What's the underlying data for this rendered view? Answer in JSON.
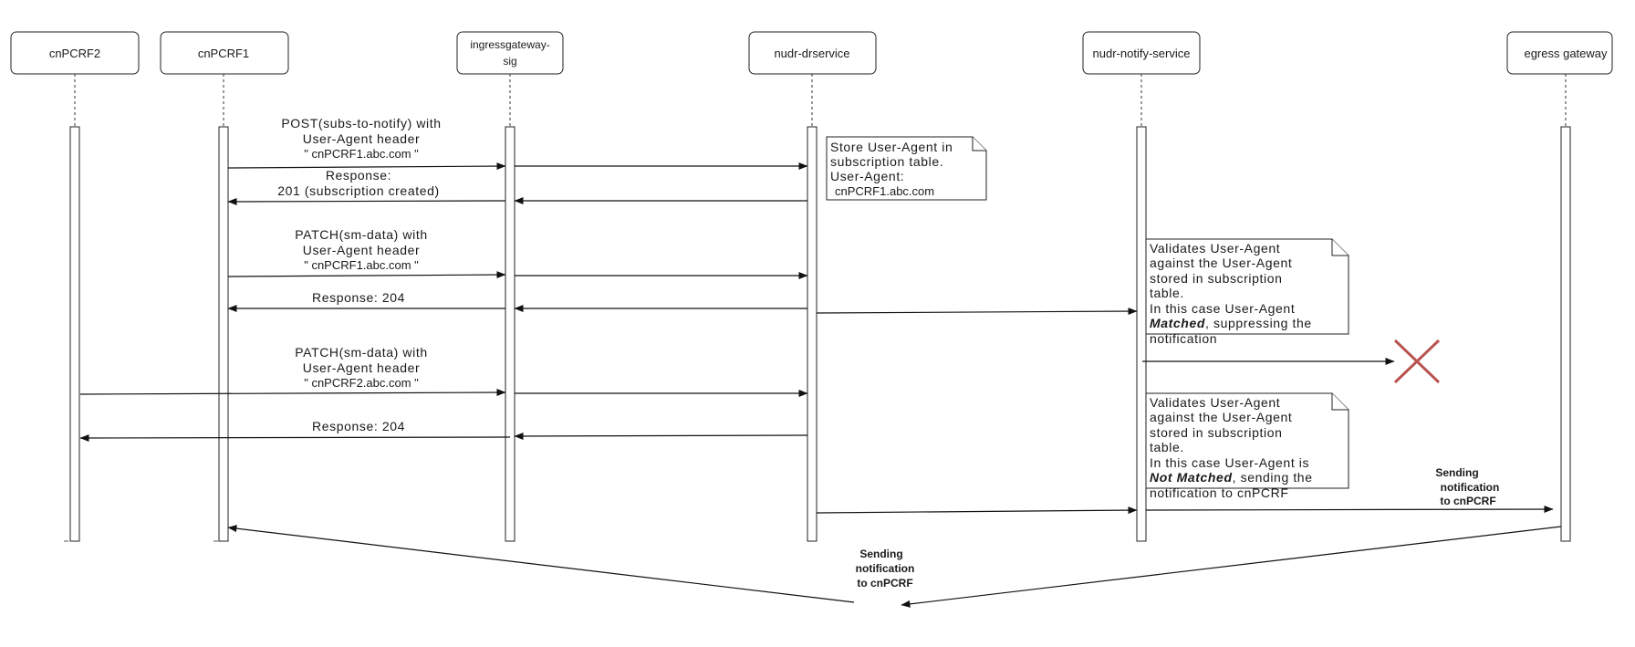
{
  "participants": [
    {
      "id": "cnpcrf2",
      "label": "cnPCRF2"
    },
    {
      "id": "cnpcrf1",
      "label": "cnPCRF1"
    },
    {
      "id": "ingress",
      "label_line1": "ingressgateway-",
      "label_line2": "sig"
    },
    {
      "id": "nudr",
      "label": "nudr-drservice"
    },
    {
      "id": "notify",
      "label": "nudr-notify-service"
    },
    {
      "id": "egress",
      "label": "egress gateway"
    }
  ],
  "messages": {
    "post": {
      "line1": "POST(subs-to-notify) with",
      "line2": "User-Agent header",
      "line3": "\" cnPCRF1.abc.com   \""
    },
    "post_response": {
      "line1": "Response:",
      "line2": "201 (subscription created)"
    },
    "patch1": {
      "line1": "PATCH(sm-data) with",
      "line2": "User-Agent header",
      "line3": "\" cnPCRF1.abc.com   \""
    },
    "patch1_response": {
      "line1": "Response: 204"
    },
    "patch2": {
      "line1": "PATCH(sm-data) with",
      "line2": "User-Agent header",
      "line3": "\" cnPCRF2.abc.com   \""
    },
    "patch2_response": {
      "line1": "Response: 204"
    },
    "egress_send": {
      "line1": "Sending",
      "line2": "notification",
      "line3": "to  cnPCRF"
    },
    "final_send": {
      "line1": "Sending",
      "line2": "notification",
      "line3": "to cnPCRF"
    }
  },
  "notes": {
    "store": {
      "line1": "Store User-Agent in",
      "line2": "subscription table.",
      "line3": "User-Agent:",
      "line4": "cnPCRF1.abc.com"
    },
    "matched": {
      "line1": "Validates User-Agent",
      "line2": "against the User-Agent",
      "line3": "stored in subscription",
      "line4": "table.",
      "line5": "In this case User-Agent",
      "line6_emph": "Matched",
      "line6_rest": ", suppressing the",
      "line7": "notification"
    },
    "not_matched": {
      "line1": "Validates User-Agent",
      "line2": "against the User-Agent",
      "line3": "stored in subscription",
      "line4": "table.",
      "line5": "In this case User-Agent is",
      "line6_emph": "Not Matched",
      "line6_rest": ", sending the",
      "line7": "notification to cnPCRF"
    }
  },
  "colors": {
    "suppressed_cross": "#b85450"
  }
}
